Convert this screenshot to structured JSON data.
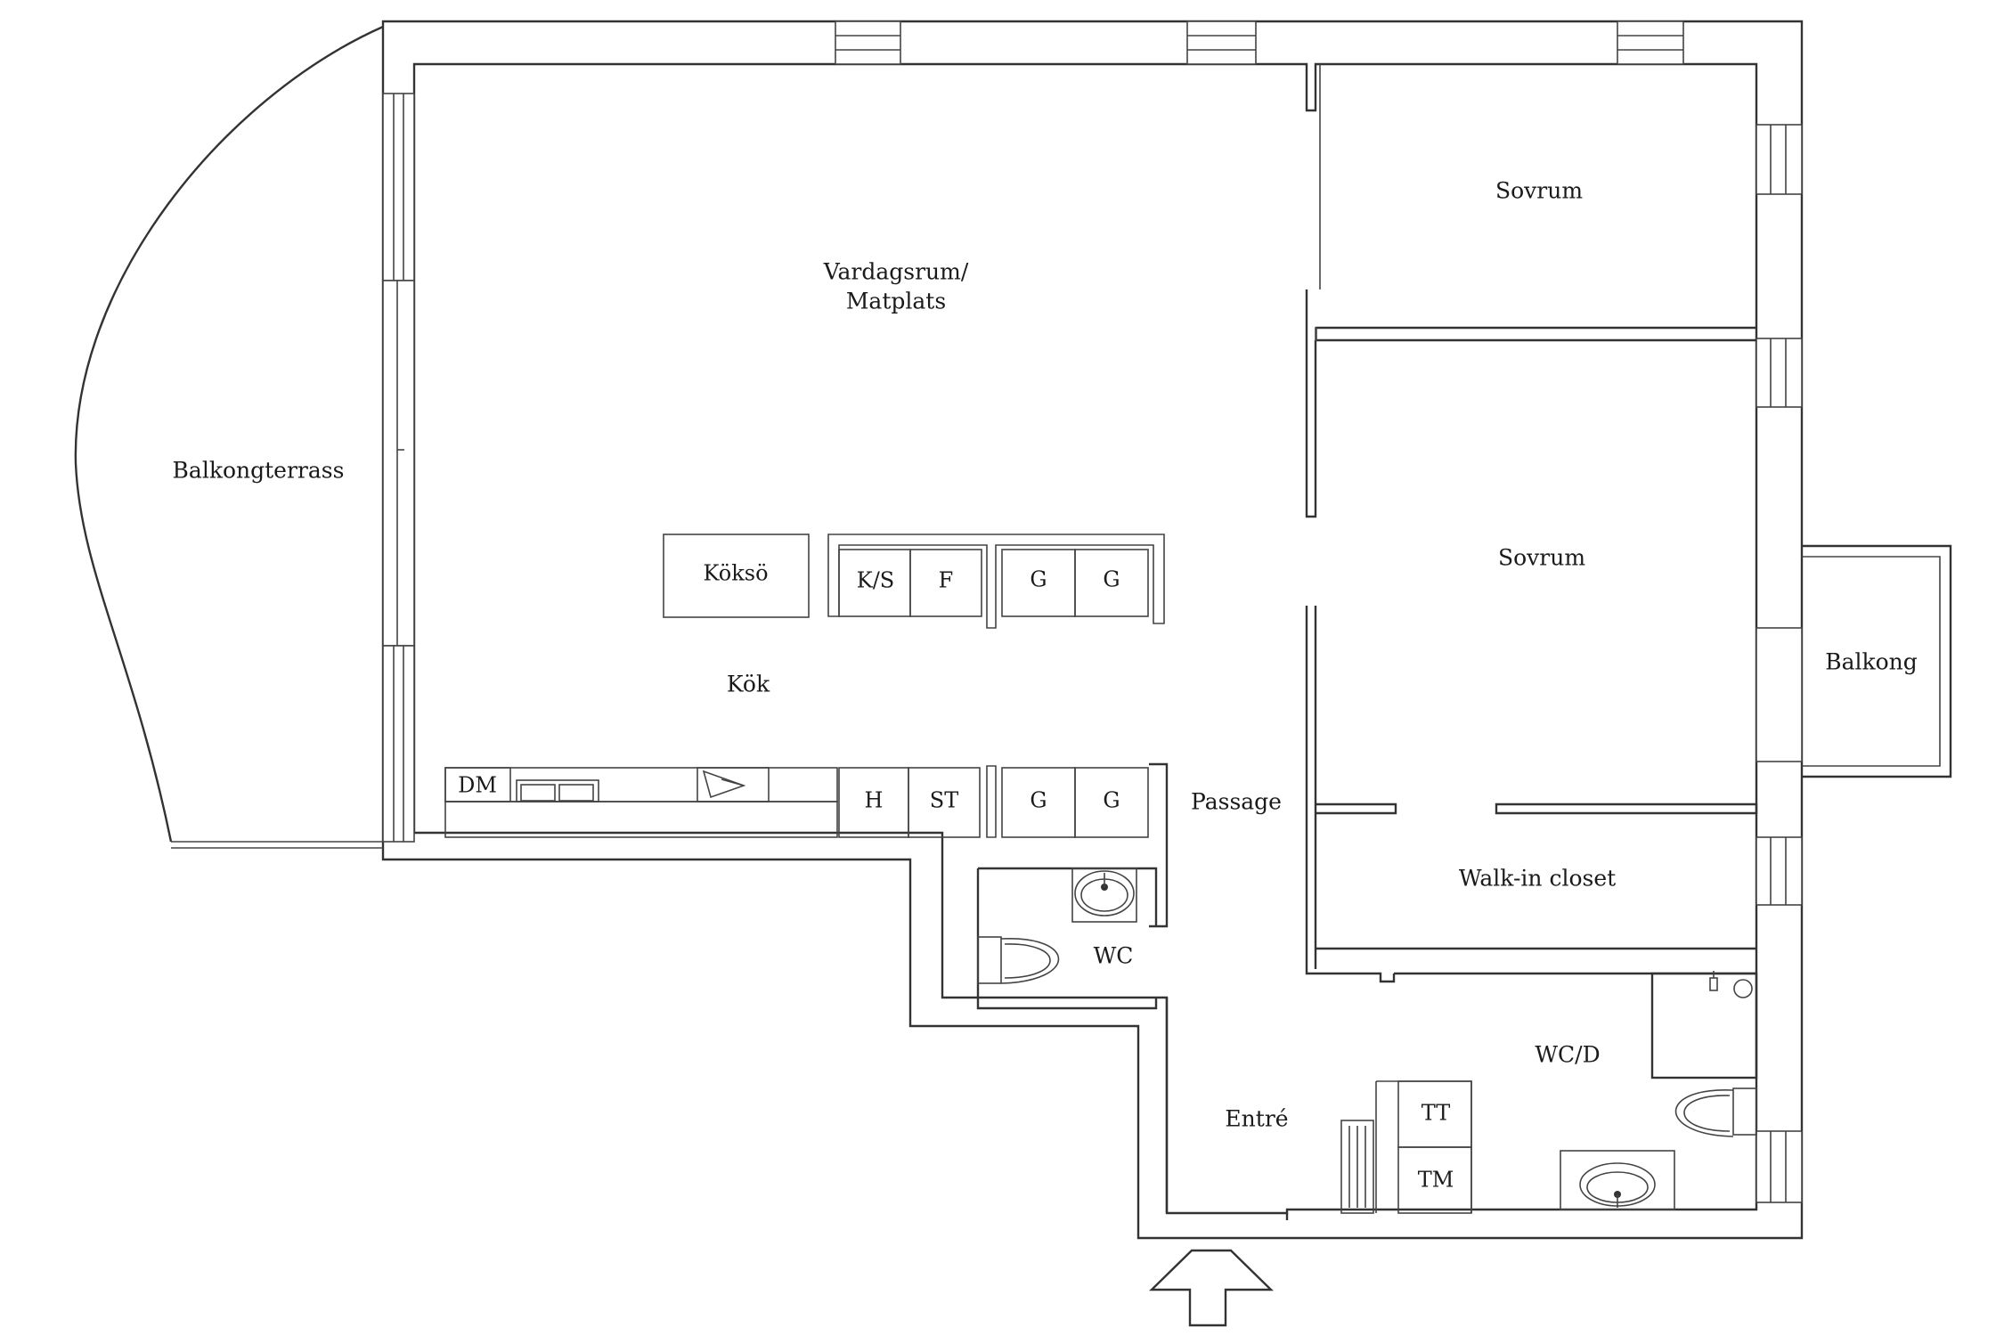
{
  "rooms": {
    "living": [
      "Vardagsrum/",
      "Matplats"
    ],
    "terrace": "Balkongterrass",
    "kitchen": "Kök",
    "bedroom1": "Sovrum",
    "bedroom2": "Sovrum",
    "balcony": "Balkong",
    "passage": "Passage",
    "walkin": "Walk-in closet",
    "wc": "WC",
    "wcd": "WC/D",
    "entry": "Entré"
  },
  "fixtures": {
    "island": "Köksö",
    "ks": "K/S",
    "f": "F",
    "g": "G",
    "dm": "DM",
    "h": "H",
    "st": "ST",
    "tt": "TT",
    "tm": "TM"
  }
}
